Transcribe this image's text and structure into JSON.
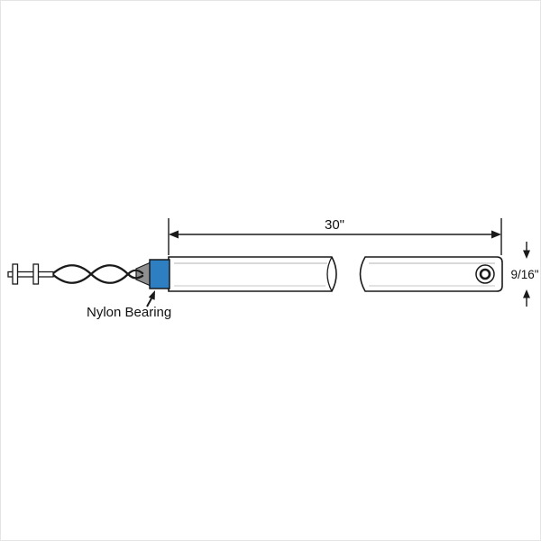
{
  "diagram": {
    "length_label": "30\"",
    "diameter_label": "9/16\"",
    "bearing_label": "Nylon Bearing"
  },
  "colors": {
    "bearing_blue": "#2e7fc2"
  }
}
